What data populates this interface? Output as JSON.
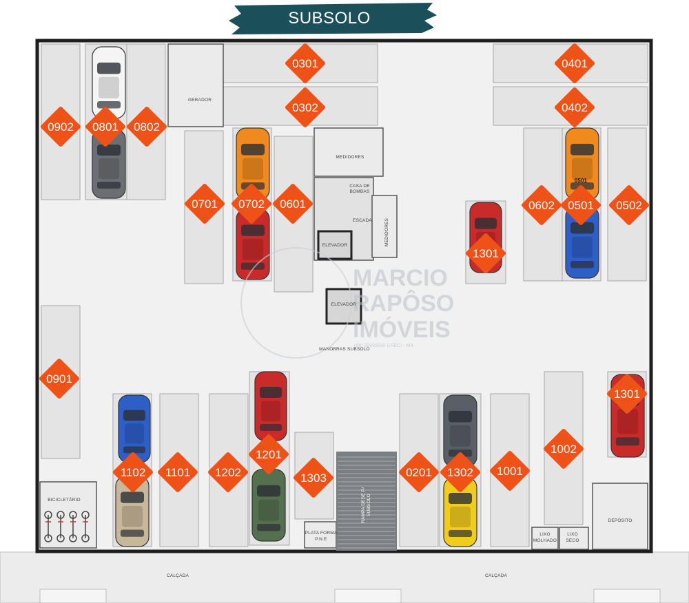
{
  "title": "SUBSOLO",
  "colors": {
    "badge": "#ef5217",
    "banner": "#1b4f5a",
    "slot": "#e4e4e4",
    "slot_stroke": "#a8a8a8",
    "floor": "#f1f1f1",
    "wall": "#1e1e1e"
  },
  "spaces": [
    {
      "id": "0902"
    },
    {
      "id": "0801"
    },
    {
      "id": "0802"
    },
    {
      "id": "0301"
    },
    {
      "id": "0302"
    },
    {
      "id": "0401"
    },
    {
      "id": "0402"
    },
    {
      "id": "0701"
    },
    {
      "id": "0702"
    },
    {
      "id": "0601"
    },
    {
      "id": "0602"
    },
    {
      "id": "0501"
    },
    {
      "id": "0502"
    },
    {
      "id": "1301"
    },
    {
      "id": "0901"
    },
    {
      "id": "1102"
    },
    {
      "id": "1101"
    },
    {
      "id": "1202"
    },
    {
      "id": "1201"
    },
    {
      "id": "1303"
    },
    {
      "id": "0201"
    },
    {
      "id": "1302"
    },
    {
      "id": "1001"
    },
    {
      "id": "1002"
    },
    {
      "id": "1301"
    }
  ],
  "rooms": {
    "gerador": "GERADOR",
    "medidores_1": "MEDIDORES",
    "casa_bombas_1": "CASA DE",
    "casa_bombas_2": "BOMBAS",
    "escada": "ESCADA",
    "medidores_2": "MEDIDORES",
    "elevador_1": "ELEVADOR",
    "elevador_2": "ELEVADOR",
    "manobras": "MANOBRAS SUBSOLO",
    "bicicletario": "BICICLETÁRIO",
    "plataforma_1": "PLATA FORMA",
    "plataforma_2": "P.N.E",
    "rampa_1": "RAMPA DESE P/",
    "rampa_2": "SUBSOLO",
    "lixo_molhado_1": "LIXO",
    "lixo_molhado_2": "MOLHADO",
    "lixo_seco_1": "LIXO",
    "lixo_seco_2": "SECO",
    "deposito": "DEPÓSITO",
    "calcada_left": "CALÇADA",
    "calcada_right": "CALÇADA"
  },
  "car_label": "0501",
  "watermark": {
    "line1": "MARCIO",
    "line2": "RAPÔSO",
    "line3": "IMÓVEIS",
    "line4": "(99) 99999999   CRECI - MA"
  }
}
